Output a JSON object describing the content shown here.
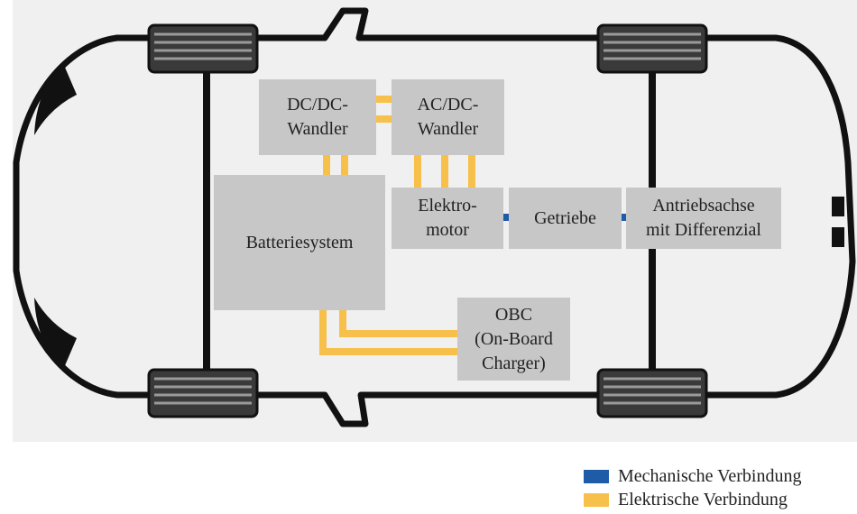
{
  "colors": {
    "background_panel": "#f0f0f0",
    "component_fill": "#c7c7c7",
    "car_outline": "#111111",
    "mechanical": "#1f5ca8",
    "electrical": "#f7c04a"
  },
  "components": {
    "dcdc": "DC/DC-\nWandler",
    "acdc": "AC/DC-\nWandler",
    "battery": "Batteriesystem",
    "motor": "Elektro-\nmotor",
    "gearbox": "Getriebe",
    "axle": "Antriebsachse\nmit Differenzial",
    "obc": "OBC\n(On-Board\nCharger)"
  },
  "legend": {
    "mechanical": "Mechanische Verbindung",
    "electrical": "Elektrische Verbindung"
  }
}
